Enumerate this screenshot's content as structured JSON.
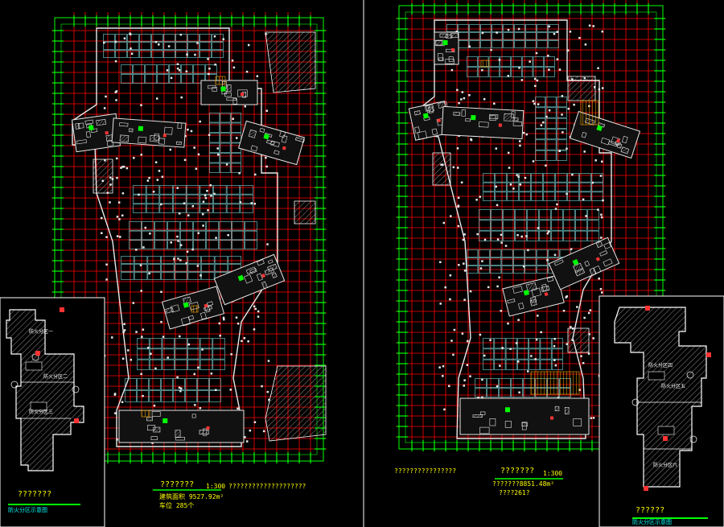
{
  "colors": {
    "background": "#000000",
    "grid_red": "#ff0000",
    "grid_green": "#00ff00",
    "structure_cyan": "#7fd4d4",
    "wall_white": "#e8e8e8",
    "text_yellow": "#ffff00",
    "hatch_gray": "#9a9a9a",
    "stair_orange": "#ffaa00"
  },
  "left_sheet": {
    "title": "???????",
    "scale": "1:300",
    "note": "????????????????????",
    "area": "建筑面积 9527.92m²",
    "parking": "车位 285个"
  },
  "right_sheet": {
    "note": "????????????????",
    "title": "???????",
    "scale": "1:300",
    "area": "???????8851.48m²",
    "parking": "????261?"
  },
  "left_key_plan": {
    "title": "???????",
    "caption": "防火分区示意图",
    "zone_labels": [
      "防火分区一",
      "防火分区二",
      "防火分区三"
    ]
  },
  "right_key_plan": {
    "title": "??????",
    "caption": "防火分区示意图",
    "zone_labels": [
      "防火分区四",
      "防火分区五",
      "防火分区六"
    ]
  },
  "icons": [
    "axis-bubble-icon",
    "hatch-pattern-icon",
    "stair-icon"
  ]
}
